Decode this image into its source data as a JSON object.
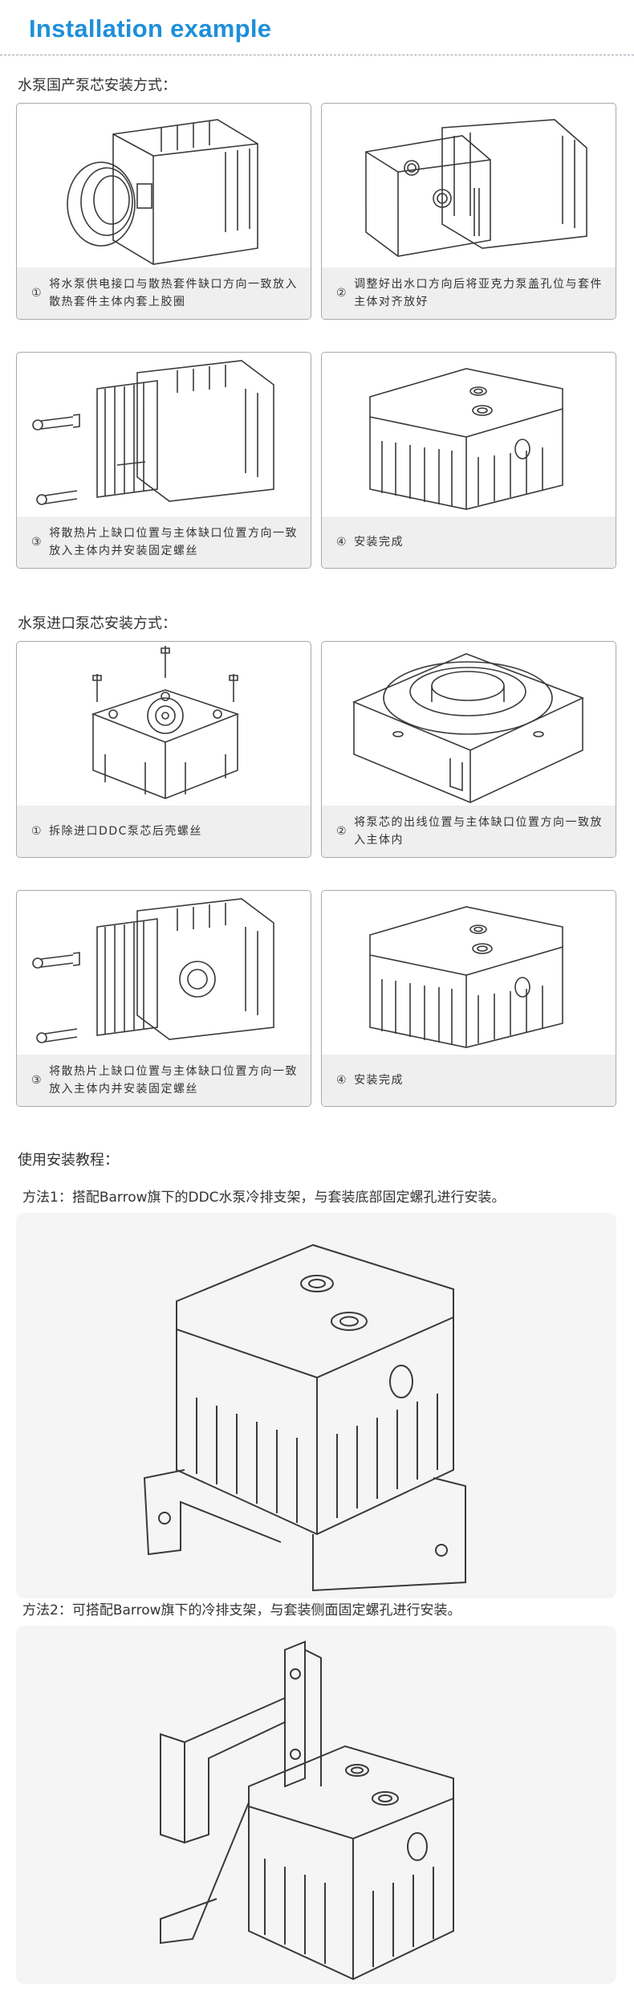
{
  "header": {
    "title": "Installation example"
  },
  "section1": {
    "label": "水泵国产泵芯安装方式：",
    "steps": [
      {
        "num": "①",
        "text": "将水泵供电接口与散热套件缺口方向一致放入散热套件主体内套上胶圈"
      },
      {
        "num": "②",
        "text": "调整好出水口方向后将亚克力泵盖孔位与套件主体对齐放好"
      },
      {
        "num": "③",
        "text": "将散热片上缺口位置与主体缺口位置方向一致放入主体内并安装固定螺丝"
      },
      {
        "num": "④",
        "text": "安装完成"
      }
    ]
  },
  "section2": {
    "label": "水泵进口泵芯安装方式：",
    "steps": [
      {
        "num": "①",
        "text": "拆除进口DDC泵芯后壳螺丝"
      },
      {
        "num": "②",
        "text": "将泵芯的出线位置与主体缺口位置方向一致放入主体内"
      },
      {
        "num": "③",
        "text": "将散热片上缺口位置与主体缺口位置方向一致放入主体内并安装固定螺丝"
      },
      {
        "num": "④",
        "text": "安装完成"
      }
    ]
  },
  "section3": {
    "label": "使用安装教程：",
    "method1": "方法1：搭配Barrow旗下的DDC水泵冷排支架，与套装底部固定螺孔进行安装。",
    "method2": "方法2：可搭配Barrow旗下的冷排支架，与套装侧面固定螺孔进行安装。"
  },
  "colors": {
    "title": "#1e8fd9",
    "caption_bg": "#efefef",
    "line_art": "#3a3a3a"
  }
}
